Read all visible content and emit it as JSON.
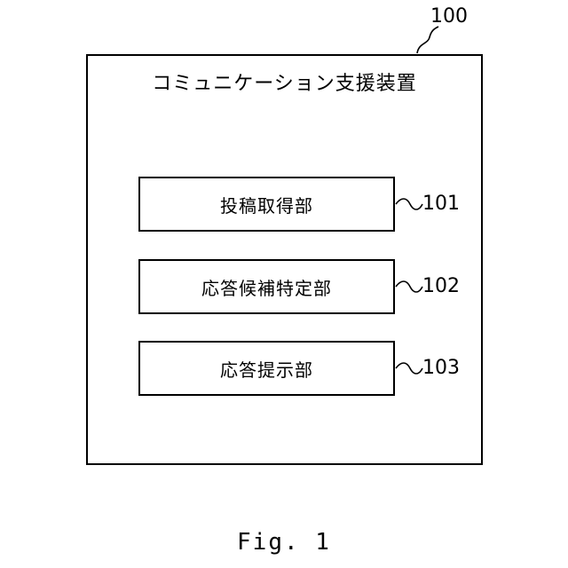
{
  "device": {
    "title": "コミュニケーション支援装置",
    "ref": "100"
  },
  "modules": [
    {
      "label": "投稿取得部",
      "ref": "101"
    },
    {
      "label": "応答候補特定部",
      "ref": "102"
    },
    {
      "label": "応答提示部",
      "ref": "103"
    }
  ],
  "caption": "Fig. 1"
}
